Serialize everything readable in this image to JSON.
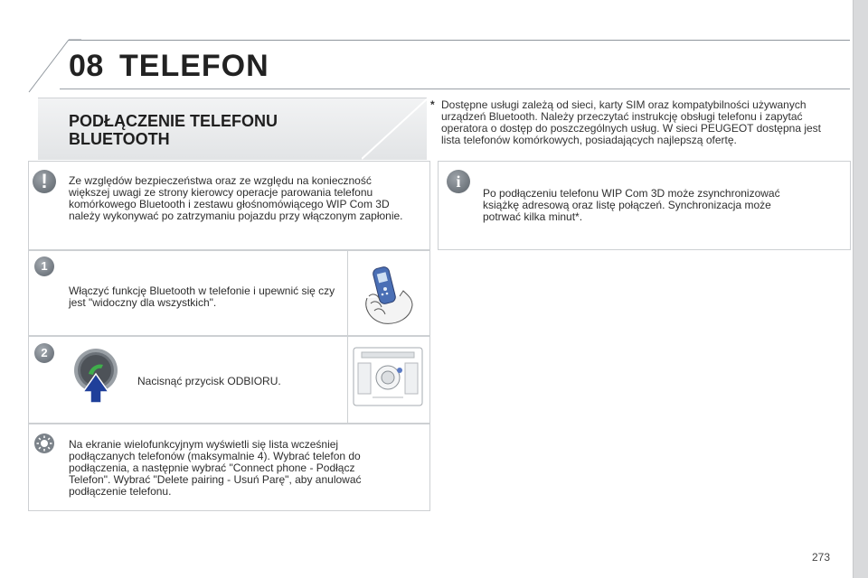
{
  "header": {
    "chapter_number": "08",
    "chapter_title": "TELEFON"
  },
  "section": {
    "title_line1": "PODŁĄCZENIE TELEFONU",
    "title_line2": "BLUETOOTH"
  },
  "footnote": {
    "marker": "*",
    "text": "Dostępne usługi zależą od sieci, karty SIM oraz kompatybilności używanych urządzeń Bluetooth. Należy przeczytać instrukcję obsługi telefonu i zapytać operatora o dostęp do poszczególnych usług. W sieci PEUGEOT dostępna jest lista telefonów komórkowych, posiadających najlepszą ofertę."
  },
  "warning": {
    "icon": "!",
    "text": "Ze względów bezpieczeństwa oraz ze względu na konieczność większej uwagi ze strony kierowcy operacje parowania telefonu komórkowego Bluetooth i zestawu głośnomówiącego WIP Com 3D należy wykonywać po zatrzymaniu pojazdu przy włączonym zapłonie."
  },
  "info": {
    "icon": "i",
    "text": "Po podłączeniu telefonu WIP Com 3D może zsynchronizować książkę adresową oraz listę połączeń. Synchronizacja może potrwać kilka minut*."
  },
  "steps": [
    {
      "number": "1",
      "text": "Włączyć funkcję Bluetooth w telefonie i upewnić się czy jest \"widoczny dla wszystkich\"."
    },
    {
      "number": "2",
      "text": "Nacisnąć przycisk ODBIORU."
    }
  ],
  "tip": {
    "text": "Na ekranie wielofunkcyjnym wyświetli się lista wcześniej podłączanych telefonów (maksymalnie 4). Wybrać telefon do podłączenia, a następnie wybrać \"Connect phone - Podłącz Telefon\". Wybrać \"Delete pairing - Usuń Parę\", aby anulować podłączenie telefonu."
  },
  "page_number": "273",
  "colors": {
    "panel_border": "#cdd0d3",
    "badge_grey": "#717880",
    "phone_button_green": "#2f8a3c",
    "arrow_blue": "#1f3f9a"
  }
}
